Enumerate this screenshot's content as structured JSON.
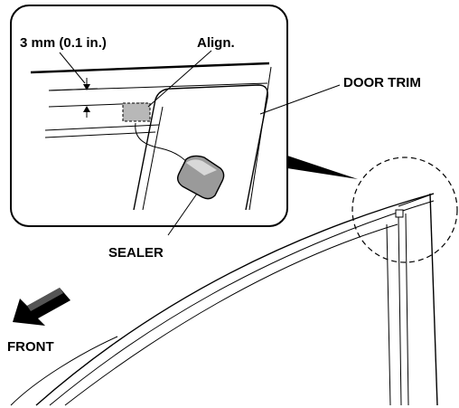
{
  "labels": {
    "gap": "3 mm (0.1 in.)",
    "align": "Align.",
    "door_trim": "DOOR TRIM",
    "sealer": "SEALER",
    "front": "FRONT"
  },
  "colors": {
    "line": "#000000",
    "background": "#ffffff",
    "sealer_fill": "#9a9a9a",
    "sealer_highlight": "#d8d8d8",
    "align_patch": "#b8b8b8"
  }
}
